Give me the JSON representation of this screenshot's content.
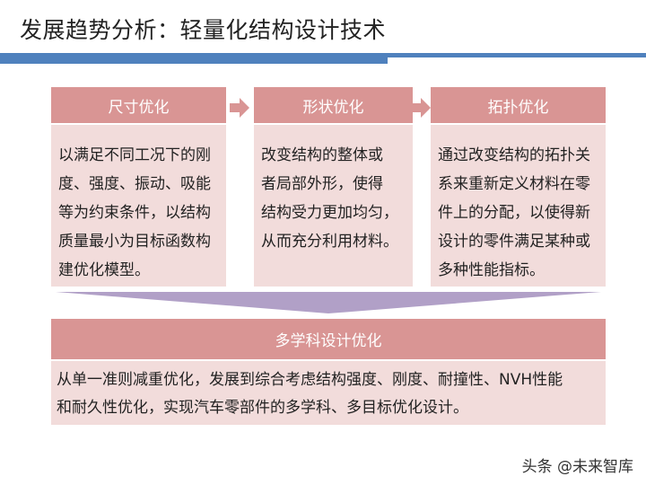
{
  "header": {
    "title": "发展趋势分析：轻量化结构设计技术",
    "accent_color": "#4f81bd"
  },
  "steps": [
    {
      "title": "尺寸优化",
      "lines": [
        "以满足不同工况下的刚",
        "度、强度、振动、吸能",
        "等为约束条件，以结构",
        "质量最小为目标函数构",
        "建优化模型。"
      ]
    },
    {
      "title": "形状优化",
      "lines": [
        "改变结构的整体或",
        "者局部外形，使得",
        "结构受力更加均匀，",
        "从而充分利用材料。"
      ]
    },
    {
      "title": "拓扑优化",
      "lines": [
        "通过改变结构的拓扑关",
        "系来重新定义材料在零",
        "件上的分配，以使得新",
        "设计的零件满足某种或",
        "多种性能指标。"
      ]
    }
  ],
  "arrows": [
    "arrow-right-icon",
    "arrow-right-icon"
  ],
  "summary": {
    "title": "多学科设计优化",
    "lines": [
      "从单一准则减重优化，发展到综合考虑结构强度、刚度、耐撞性、NVH性能",
      "和耐久性优化，实现汽车零部件的多学科、多目标优化设计。"
    ]
  },
  "colors": {
    "header_fill": "#d99594",
    "body_fill": "#f2dcdb",
    "funnel_fill": "#b1a0c7"
  },
  "watermark": "头条 @未来智库"
}
